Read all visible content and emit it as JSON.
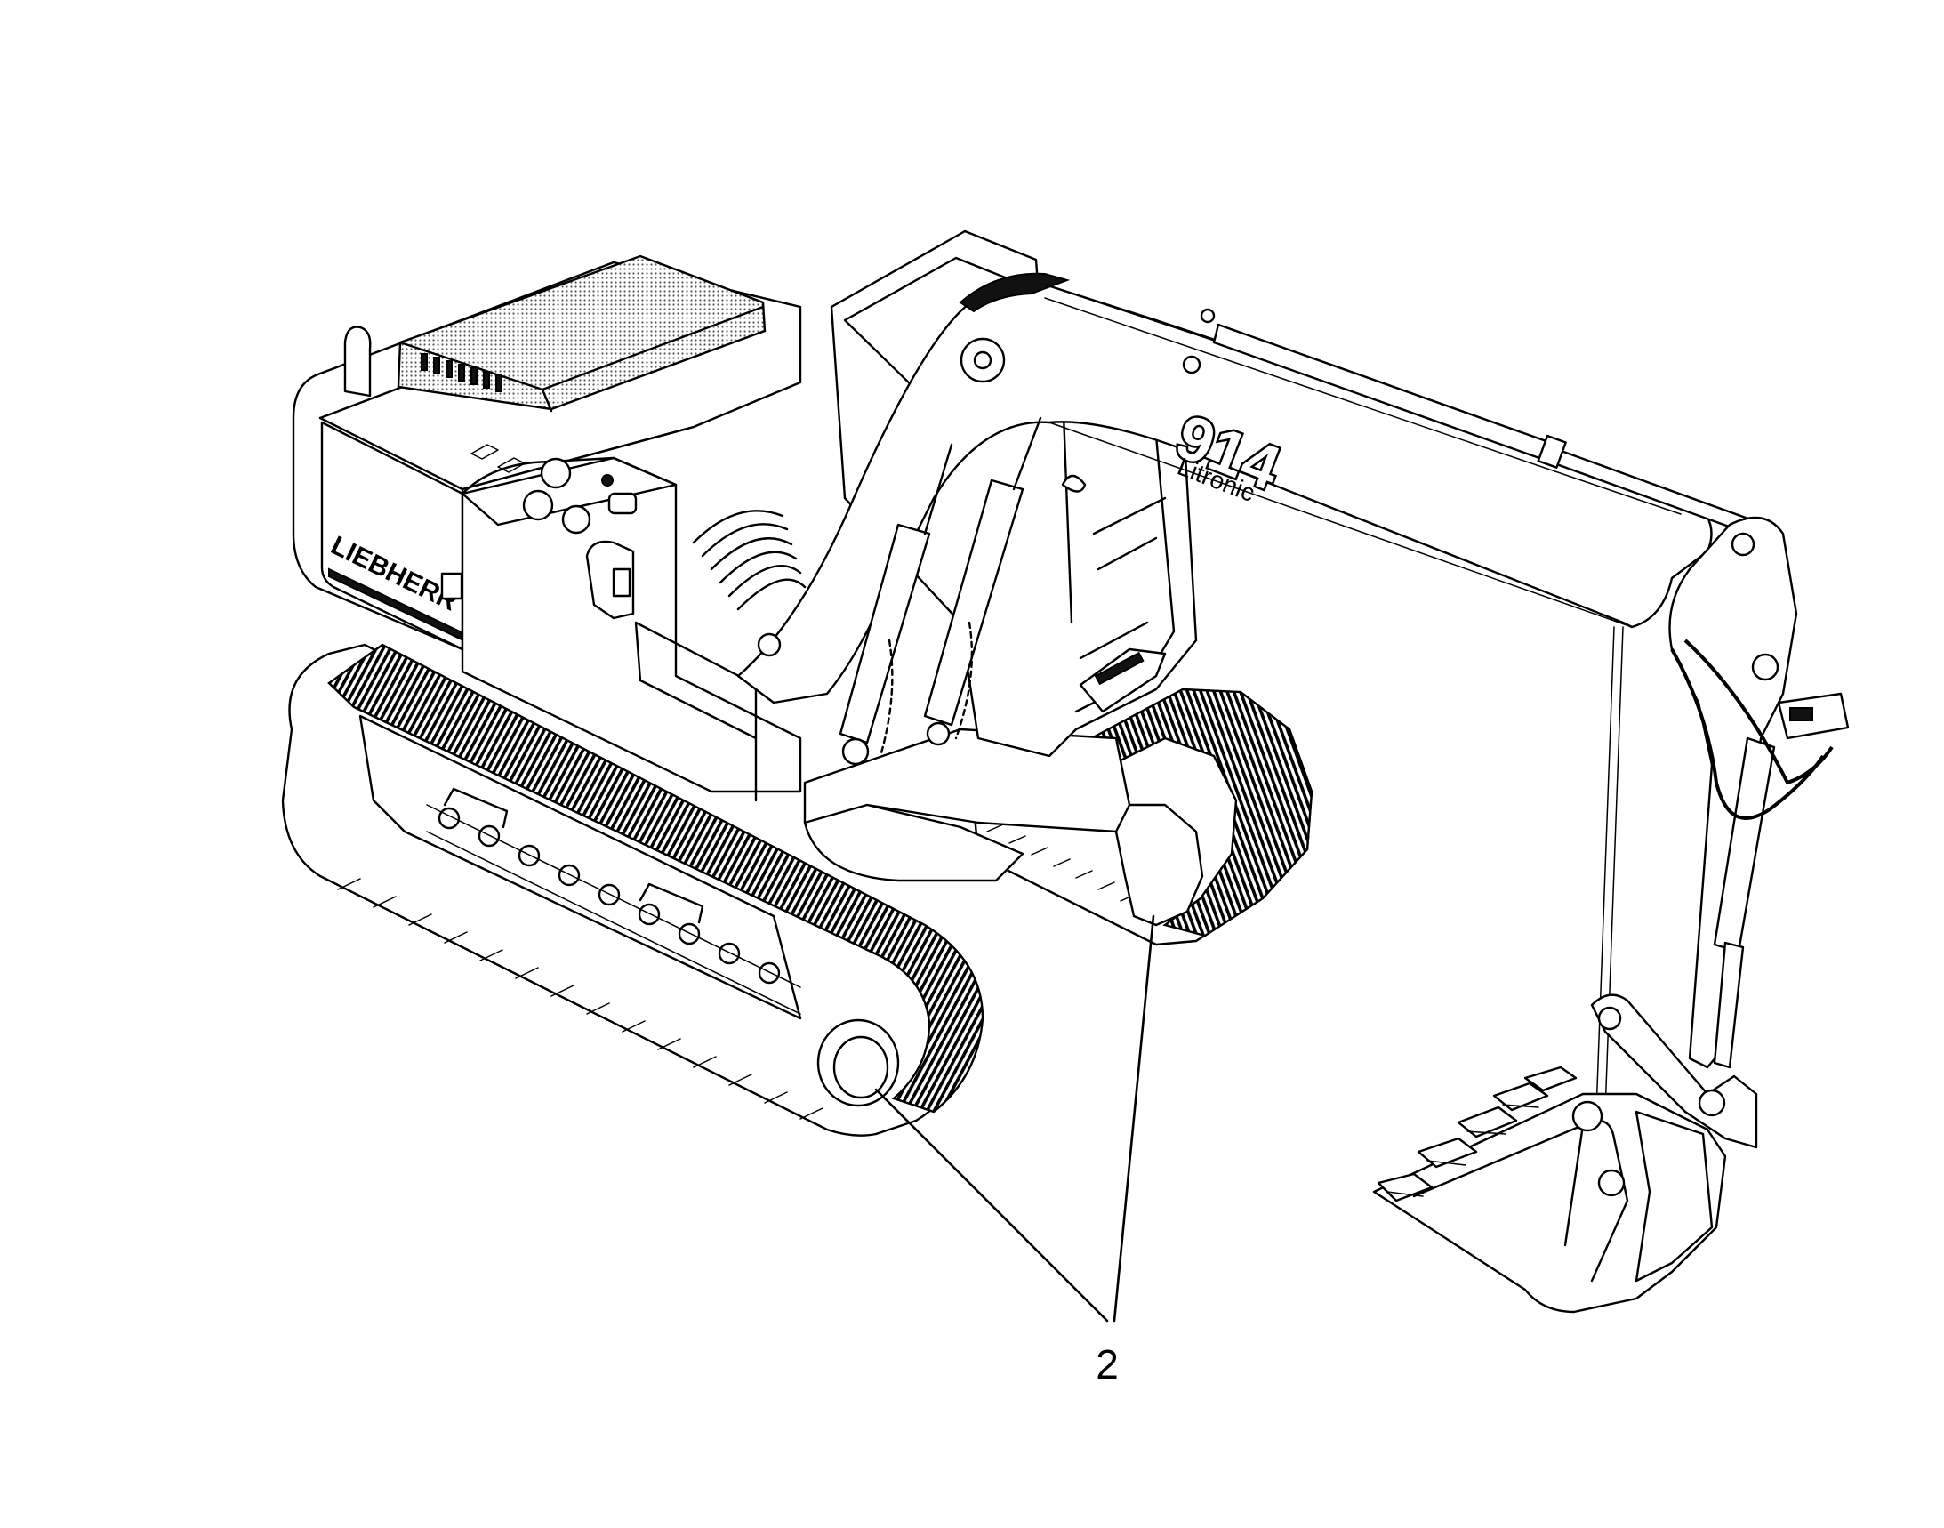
{
  "drawing": {
    "subject": "crawler-excavator",
    "brand_text": "LIEBHERR",
    "model_number": "914",
    "model_subtitle": "Litronic",
    "callouts": [
      {
        "label": "2",
        "targets": [
          "front-idler-left",
          "track-frame-right"
        ]
      }
    ]
  }
}
